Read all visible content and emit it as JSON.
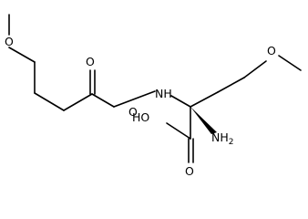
{
  "molecule": {
    "atoms": {
      "o_methoxy_left": "O",
      "o_carbonyl_ester": "O",
      "o_ester_link": "O",
      "nh_link": "NH",
      "nh2": "NH",
      "nh2_subscript": "2",
      "o_methoxy_right": "O",
      "oh_acid": "HO",
      "o_carbonyl_acid": "O"
    },
    "colors": {
      "bond": "#000000",
      "label": "#000000",
      "background": "#ffffff"
    }
  }
}
